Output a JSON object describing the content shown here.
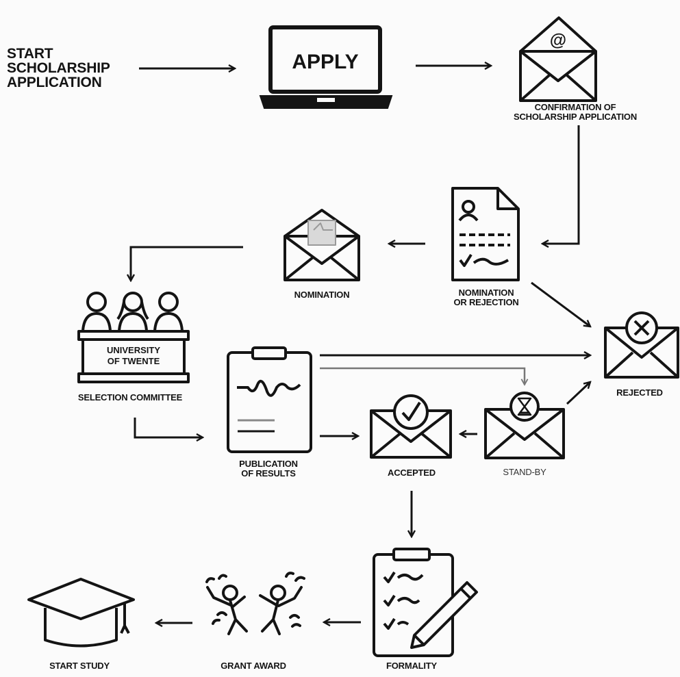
{
  "nodes": {
    "start": {
      "label_line1": "START",
      "label_line2": "SCHOLARSHIP",
      "label_line3": "APPLICATION"
    },
    "apply": {
      "label": "APPLY"
    },
    "confirmation": {
      "label_line1": "CONFIRMATION OF",
      "label_line2": "SCHOLARSHIP APPLICATION"
    },
    "nomination_or_rejection": {
      "label_line1": "NOMINATION",
      "label_line2": "OR REJECTION"
    },
    "nomination": {
      "label": "NOMINATION"
    },
    "selection_committee": {
      "label": "SELECTION COMMITTEE",
      "desk_line1": "UNIVERSITY",
      "desk_line2": "OF TWENTE"
    },
    "publication": {
      "label_line1": "PUBLICATION",
      "label_line2": "OF RESULTS"
    },
    "accepted": {
      "label": "ACCEPTED"
    },
    "stand_by": {
      "label": "STAND-BY"
    },
    "rejected": {
      "label": "REJECTED"
    },
    "formality": {
      "label": "FORMALITY"
    },
    "grant_award": {
      "label": "GRANT AWARD"
    },
    "start_study": {
      "label": "START STUDY"
    }
  },
  "colors": {
    "ink": "#141414",
    "background": "#fbfbfb",
    "faint": "#8a8a8a"
  }
}
